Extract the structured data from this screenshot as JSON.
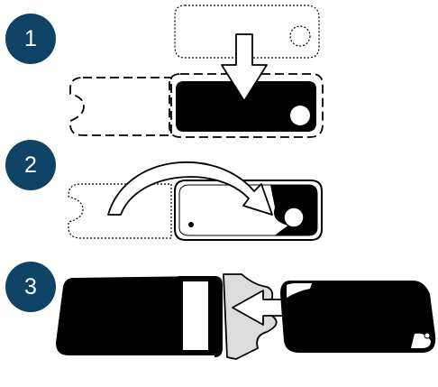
{
  "colors": {
    "badge": "#0e4366",
    "ink": "#000000",
    "paper": "#ffffff",
    "film": "#dcdcdc"
  },
  "steps": [
    {
      "number": "1",
      "description_icon": "peel-backing-and-place-protector-icon"
    },
    {
      "number": "2",
      "description_icon": "flip-protector-over-icon"
    },
    {
      "number": "3",
      "description_icon": "slide-phone-into-case-icon"
    }
  ]
}
